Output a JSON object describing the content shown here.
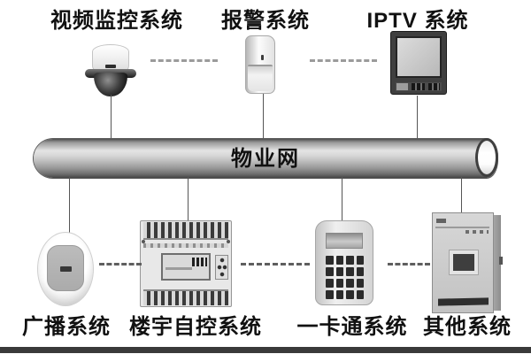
{
  "diagram": {
    "backbone": {
      "label": "物业网"
    },
    "top_systems": [
      {
        "label": "视频监控系统",
        "icon": "dome-camera-icon"
      },
      {
        "label": "报警系统",
        "icon": "pir-sensor-icon"
      },
      {
        "label": "IPTV 系统",
        "icon": "tv-monitor-icon"
      }
    ],
    "bottom_systems": [
      {
        "label": "广播系统",
        "icon": "ceiling-speaker-icon"
      },
      {
        "label": "楼宇自控系统",
        "icon": "ddc-controller-icon"
      },
      {
        "label": "一卡通系统",
        "icon": "keypad-icon"
      },
      {
        "label": "其他系统",
        "icon": "equipment-cabinet-icon"
      }
    ],
    "colors": {
      "background": "#ffffff",
      "label_text": "#111111",
      "pipe_highlight": "#e4e4e4",
      "pipe_shadow": "#454545",
      "connector_line": "#555555",
      "footer_bar": "#3a3a3a"
    }
  }
}
